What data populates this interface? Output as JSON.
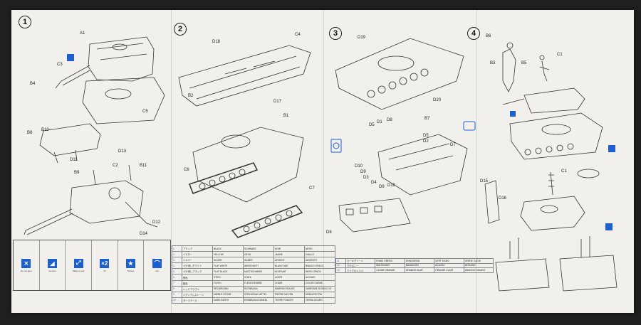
{
  "steps": [
    "1",
    "2",
    "3",
    "4"
  ],
  "labels": {
    "A1": "A1",
    "C3": "C3",
    "B4": "B4",
    "C5": "C5",
    "B8": "B8",
    "B10": "B10",
    "D11": "D11",
    "D13": "D13",
    "B9": "B9",
    "C2": "C2",
    "B11": "B11",
    "D12": "D12",
    "D14": "D14",
    "C4": "C4",
    "D18": "D18",
    "B2": "B2",
    "D17": "D17",
    "B1": "B1",
    "C6": "C6",
    "C7": "C7",
    "D19": "D19",
    "D20": "D20",
    "D5": "D5",
    "D1": "D1",
    "D8": "D8",
    "B7": "B7",
    "D5b": "D5",
    "D2": "D2",
    "D7": "D7",
    "D10": "D10",
    "D9": "D9",
    "D3": "D3",
    "D4": "D4",
    "D9b": "D9",
    "D10b": "D10",
    "D6": "D6",
    "B6": "B6",
    "B3": "B3",
    "B5": "B5",
    "C1": "C1",
    "C1b": "C1",
    "D15": "D15",
    "D16": "D16"
  },
  "legend": [
    {
      "icon": "✕",
      "text": "Do not glue"
    },
    {
      "icon": "◢",
      "text": "Cement"
    },
    {
      "icon": "⤢",
      "text": "Make 2 sets"
    },
    {
      "icon": "×2",
      "text": "x2"
    },
    {
      "icon": "★",
      "text": "Tamiya"
    },
    {
      "icon": "⌒",
      "text": "Cut"
    }
  ],
  "paints": [
    {
      "num": "1",
      "jp": "ブラック",
      "en": "BLACK",
      "de": "SCHWARZ",
      "fr": "NOIR",
      "it": "NERO"
    },
    {
      "num": "2",
      "jp": "イエロー",
      "en": "YELLOW",
      "de": "GELB",
      "fr": "JAUNE",
      "it": "GIALLO"
    },
    {
      "num": "3",
      "jp": "シルバー",
      "en": "SILVER",
      "de": "SILBER",
      "fr": "ARGENT",
      "it": "ARGENTO"
    },
    {
      "num": "4",
      "jp": "つや消しホワイト",
      "en": "FLAT WHITE",
      "de": "WEISS MATT",
      "fr": "BLANC MAT",
      "it": "BIANCO OPACO"
    },
    {
      "num": "5",
      "jp": "つや消しブラック",
      "en": "FLAT BLACK",
      "de": "MATTSCHWARZ",
      "fr": "NOIR MAT",
      "it": "NERO OPACO"
    },
    {
      "num": "6",
      "jp": "鉄色",
      "en": "STEEL",
      "de": "STAHL",
      "fr": "ACIER",
      "it": "ACCIAIO"
    },
    {
      "num": "7",
      "jp": "肌色",
      "en": "FLESH",
      "de": "FLEISCHFARBE",
      "fr": "CHAIR",
      "it": "COLOR CARNE"
    },
    {
      "num": "8",
      "jp": "レッドブラウン",
      "en": "RED BROWN",
      "de": "ROTBRAUN",
      "fr": "MARRON ROUGE",
      "it": "MARRONE ROSSICCIO"
    },
    {
      "num": "9",
      "jp": "ミディアムストーン",
      "en": "MIDDLE STONE",
      "de": "STEINGRAU MITTEL",
      "fr": "PIERRE MOYEN",
      "it": "MEDIA PIETRA"
    },
    {
      "num": "10",
      "jp": "ダークアース",
      "en": "DARK EARTH",
      "de": "ERDBRAUN DUNKEL",
      "fr": "TERRE FONCEE",
      "it": "TERRA SCURO"
    }
  ],
  "paints2": [
    {
      "num": "11",
      "jp": "カーキグリーン",
      "en": "KHAKI GREEN",
      "de": "KHAKIGRÜN",
      "fr": "VERT KHAKI",
      "it": "VERDE CACHI"
    },
    {
      "num": "12",
      "jp": "マホガニー",
      "en": "MAHOGANY",
      "de": "MAHAGONI",
      "fr": "ACAJOU",
      "it": "MOGANO"
    },
    {
      "num": "13",
      "jp": "クリアオレンジ",
      "en": "CLEAR ORANGE",
      "de": "ORANGE KLAR",
      "fr": "ORANGE CLAIR",
      "it": "ARANCIO CHIARO"
    }
  ]
}
